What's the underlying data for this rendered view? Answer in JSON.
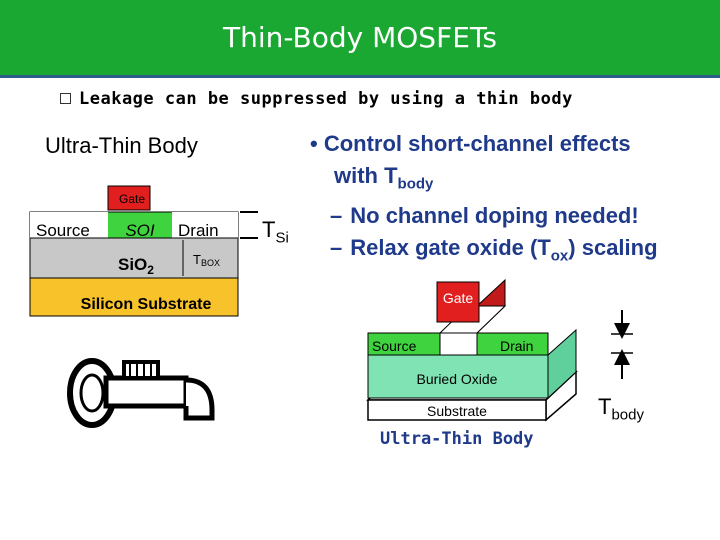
{
  "title": "Thin-Body MOSFETs",
  "bullet_top": "Leakage can be suppressed by using a thin body",
  "left_diagram": {
    "heading": "Ultra-Thin Body",
    "gate": "Gate",
    "source": "Source",
    "soi": "SOI",
    "drain": "Drain",
    "sio2": "SiO",
    "sio2_sub": "2",
    "tbox": "T",
    "tbox_sub": "BOX",
    "substrate": "Silicon Substrate",
    "tsi": "T",
    "tsi_sub": "Si"
  },
  "right_bullets": {
    "line1": "Control short-channel effects",
    "line2_prefix": "with T",
    "line2_sub": "body",
    "sub1": "No channel doping needed!",
    "sub2_prefix": "Relax gate oxide (T",
    "sub2_sub": "ox",
    "sub2_suffix": ") scaling"
  },
  "iso_diagram": {
    "gate": "Gate",
    "source": "Source",
    "drain": "Drain",
    "buried_oxide": "Buried Oxide",
    "substrate": "Substrate",
    "label": "Ultra-Thin Body",
    "tbody": "T",
    "tbody_sub": "body"
  },
  "colors": {
    "title_green": "#1aa832",
    "title_border": "#2e5d8a",
    "gate_red": "#e21f1f",
    "soi_green": "#3fd43f",
    "oxide_gray": "#c8c8c8",
    "substrate_yellow": "#f7c22a",
    "buried_oxide_teal": "#7fe3b4",
    "text_blue": "#1f3a8a"
  }
}
